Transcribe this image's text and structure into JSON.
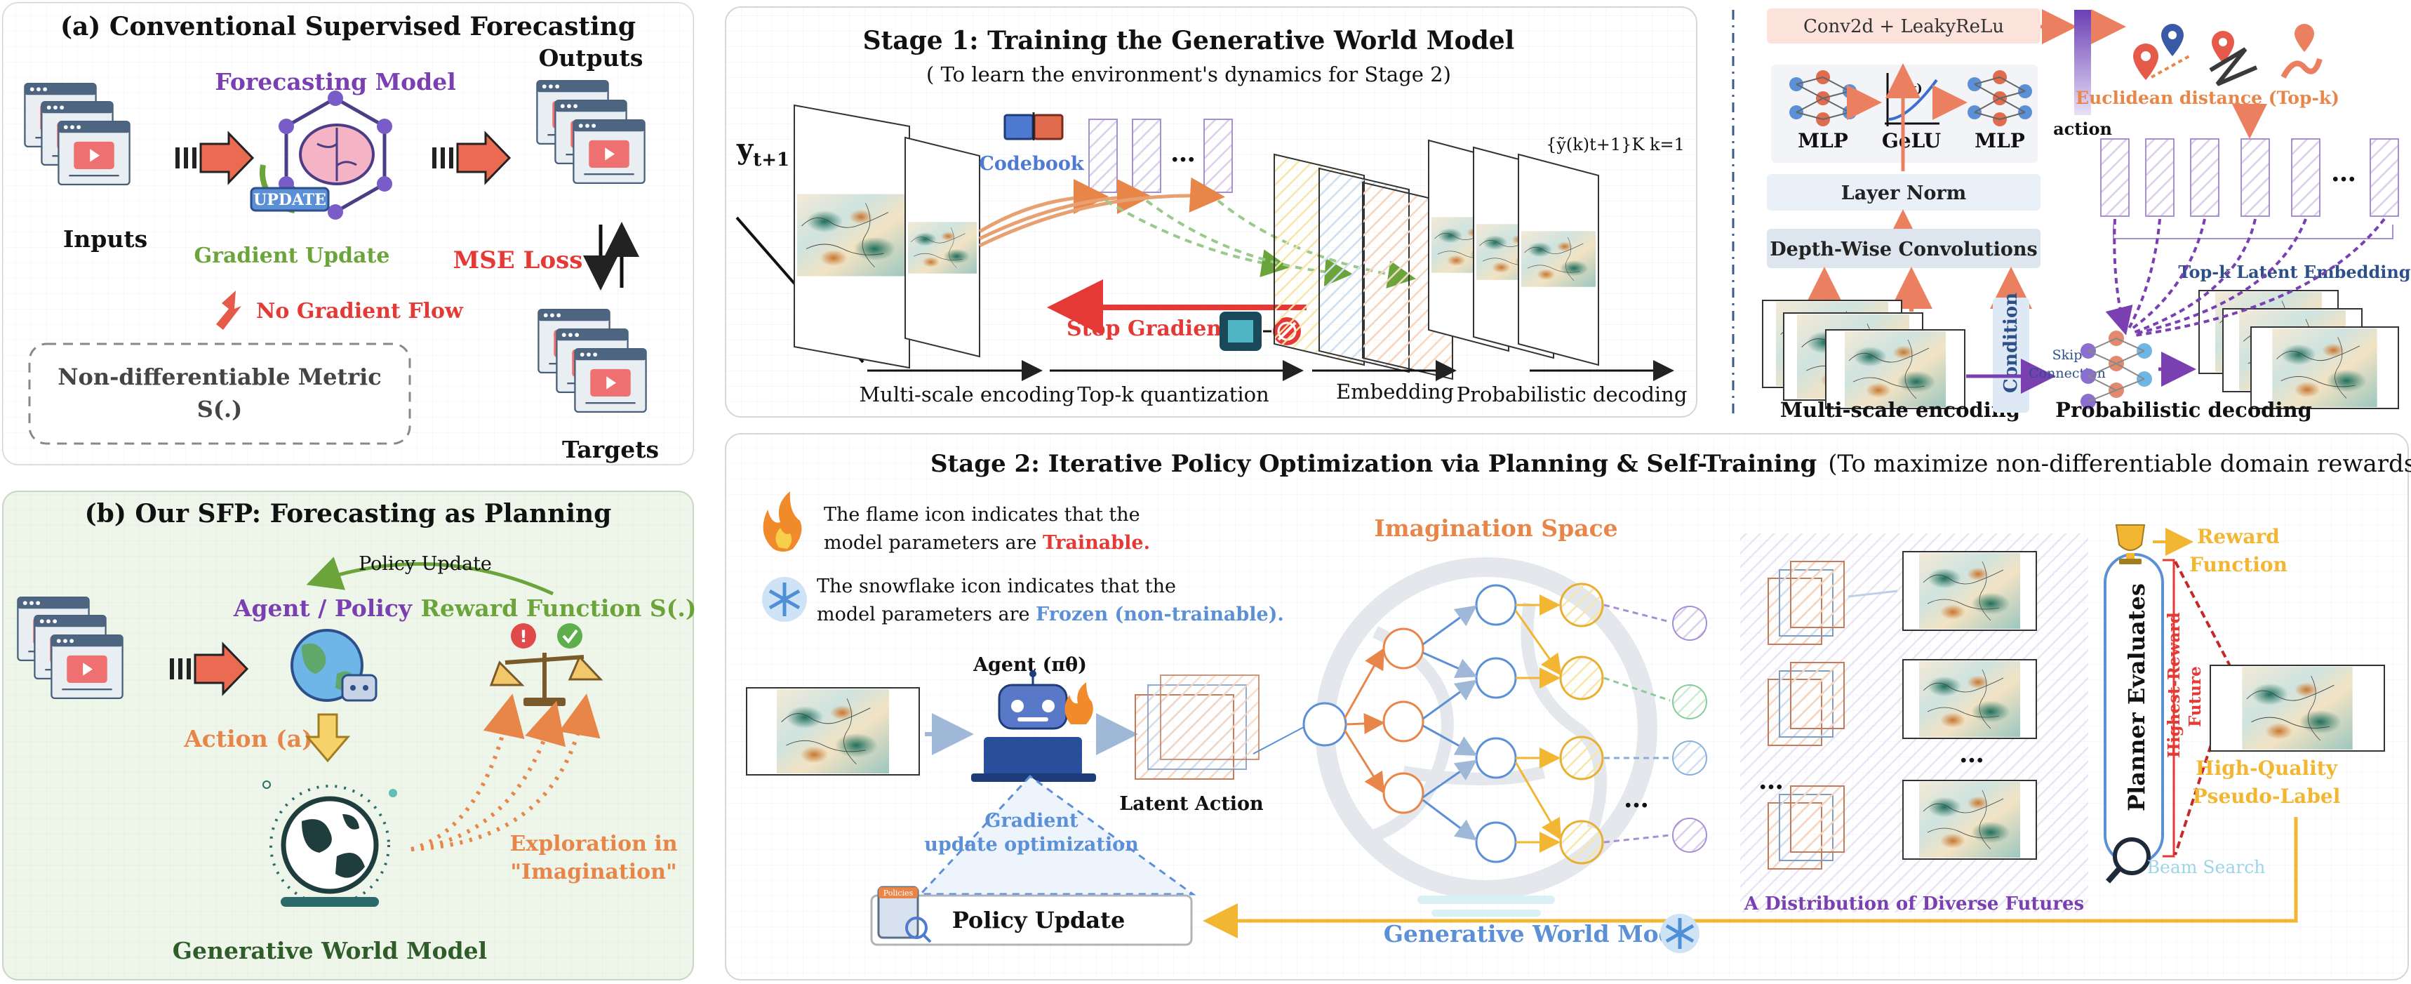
{
  "panel_a": {
    "title": "(a) Conventional Supervised Forecasting",
    "model_label": "Forecasting Model",
    "inputs": "Inputs",
    "outputs": "Outputs",
    "targets": "Targets",
    "gradient_update": "Gradient Update",
    "update_badge": "UPDATE",
    "mse_loss": "MSE Loss",
    "no_gradient": "No Gradient Flow",
    "metric_line1": "Non-differentiable Metric",
    "metric_line2": "S(.)"
  },
  "panel_b": {
    "title": "(b) Our SFP: Forecasting as Planning",
    "policy_update": "Policy Update",
    "agent": "Agent / Policy",
    "reward": "Reward Function S(.)",
    "action": "Action (a)",
    "exploration_1": "Exploration in",
    "exploration_2": "\"Imagination\"",
    "world_model": "Generative World Model"
  },
  "stage1": {
    "title": "Stage 1: Training the Generative World Model",
    "subtitle": "( To learn the environment's dynamics for Stage 2)",
    "y_label": "y",
    "y_sub": "t+1",
    "codebook": "Codebook",
    "dots": "…",
    "output_set": "{ỹ(k)t+1}K k=1",
    "stop_gradient": "Stop Gradient",
    "step_encoding": "Multi-scale encoding",
    "step_quant": "Top-k quantization",
    "step_embed": "Embedding",
    "step_decode": "Probabilistic decoding"
  },
  "arch": {
    "conv": "Conv2d + LeakyReLu",
    "mlp1": "MLP",
    "gelu": "GeLU",
    "fx": "f(x)",
    "mlp2": "MLP",
    "action": "action",
    "euclid": "Euclidean distance (Top-k)",
    "layer_norm": "Layer Norm",
    "dw_conv": "Depth-Wise Convolutions",
    "topk_embed": "Top-k Latent Embedding",
    "condition": "Condition",
    "skip_1": "Skip",
    "skip_2": "Connection",
    "ms_enc": "Multi-scale encoding",
    "prob_dec": "Probabilistic decoding",
    "dots": "…"
  },
  "stage2": {
    "title": "Stage 2: Iterative Policy Optimization via Planning & Self-Training",
    "title_note": "(To maximize non-differentiable domain rewards)",
    "flame_1": "The flame icon indicates that the",
    "flame_2a": "model parameters are ",
    "flame_2b": "Trainable.",
    "snow_1": "The snowflake icon indicates that the",
    "snow_2a": "model parameters are ",
    "snow_2b": "Frozen (non-trainable).",
    "imagination": "Imagination Space",
    "agent": "Agent (πθ)",
    "latent_action": "Latent Action",
    "grad_1": "Gradient",
    "grad_2": "update optimization",
    "policy_update": "Policy Update",
    "policies": "Policies",
    "world_model": "Generative World Model",
    "distribution": "A Distribution of Diverse Futures",
    "planner": "Planner Evaluates",
    "highest_1": "Highest-Reward",
    "highest_2": "Future",
    "reward_1": "Reward",
    "reward_2": "Function",
    "hq_1": "High-Quality",
    "hq_2": "Pseudo-Label",
    "beam": "Beam Search",
    "dots": "…"
  },
  "colors": {
    "purple": "#7a3fb0",
    "green": "#6ba43a",
    "red": "#e53935",
    "orange": "#e8864a",
    "gold": "#f2b632",
    "blue": "#5b8fd6",
    "dark_green": "#2f5d2a"
  }
}
